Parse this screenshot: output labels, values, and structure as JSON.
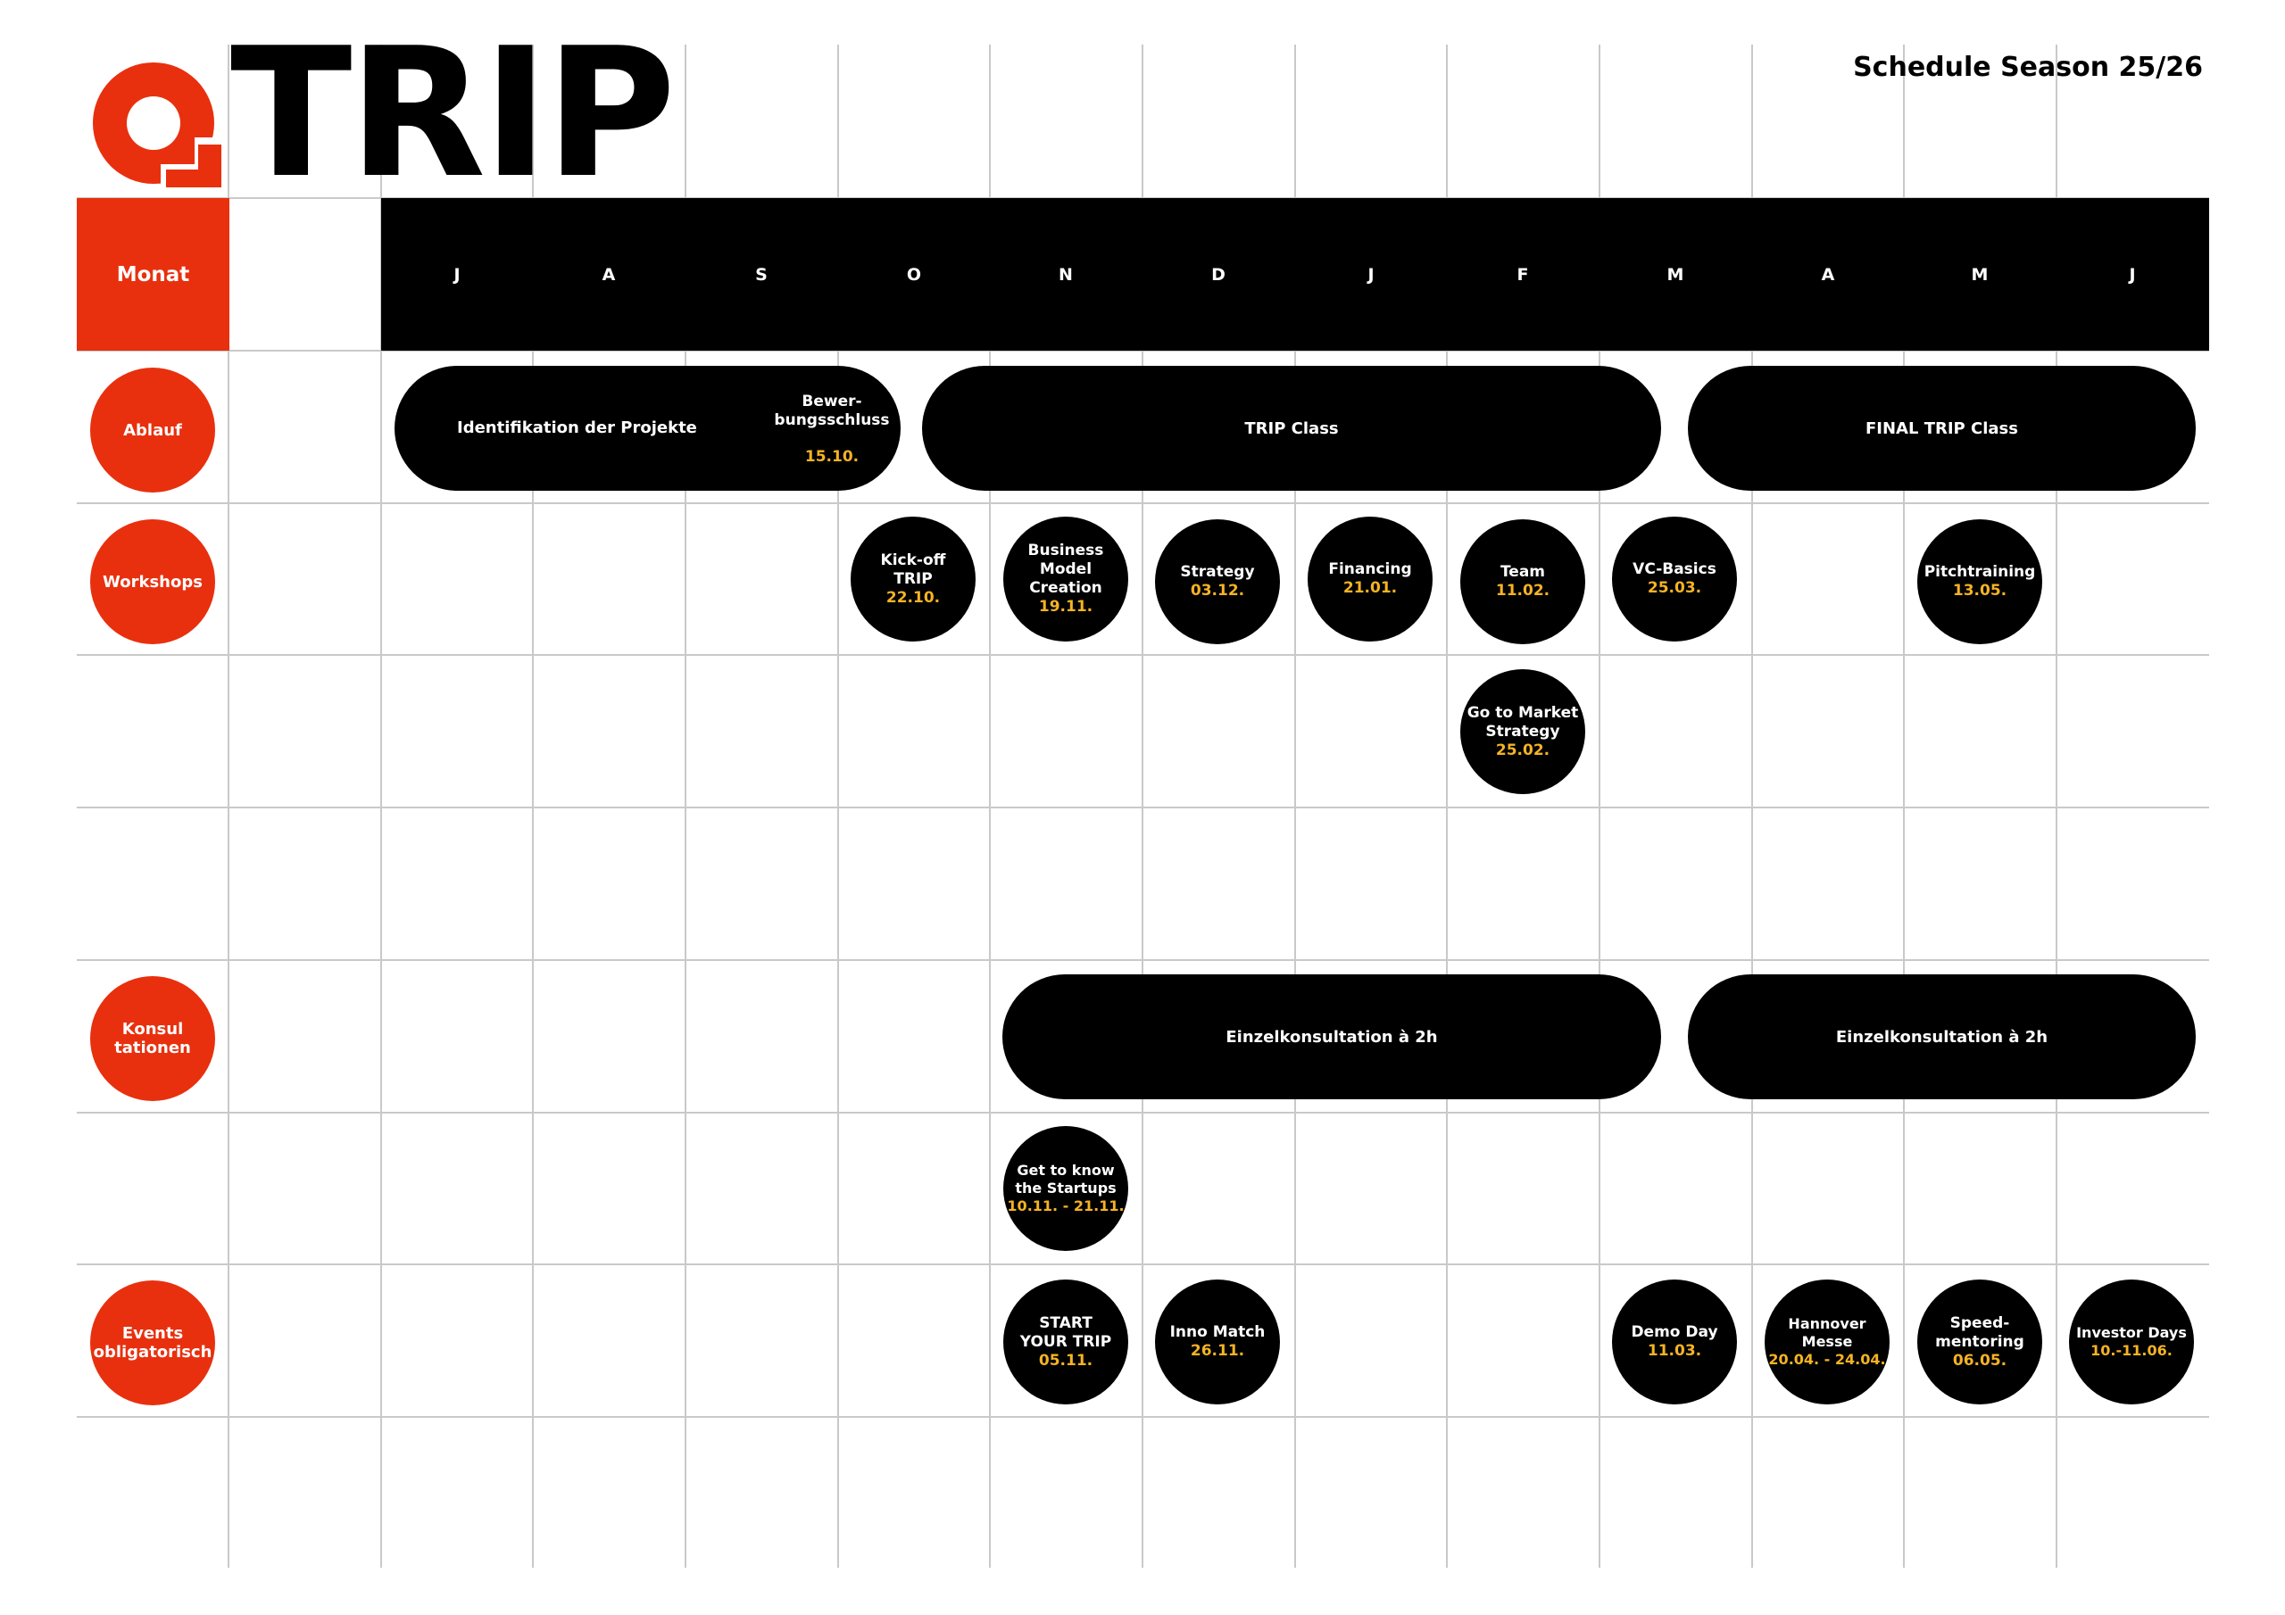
{
  "header": {
    "brand": "TRIP",
    "season": "Schedule Season 25/26",
    "brand_color": "#e8300f",
    "date_color": "#f5b324"
  },
  "months": {
    "label": "Monat",
    "items": [
      "J",
      "A",
      "S",
      "O",
      "N",
      "D",
      "J",
      "F",
      "M",
      "A",
      "M",
      "J"
    ]
  },
  "rows": {
    "ablauf": "Ablauf",
    "workshops": "Workshops",
    "konsultationen": "Konsul\ntationen",
    "events": "Events\nobligatorisch"
  },
  "ablauf": {
    "identifikation": "Identifikation der Projekte",
    "bewerbung": "Bewer-\nbungsschluss",
    "bewerbung_date": "15.10.",
    "trip_class": "TRIP Class",
    "final_trip_class": "FINAL TRIP Class"
  },
  "workshops": {
    "kickoff": {
      "title": "Kick-off\nTRIP",
      "date": "22.10."
    },
    "bmc": {
      "title": "Business\nModel\nCreation",
      "date": "19.11."
    },
    "strategy": {
      "title": "Strategy",
      "date": "03.12."
    },
    "financing": {
      "title": "Financing",
      "date": "21.01."
    },
    "team": {
      "title": "Team",
      "date": "11.02."
    },
    "vc": {
      "title": "VC-Basics",
      "date": "25.03."
    },
    "pitch": {
      "title": "Pitchtraining",
      "date": "13.05."
    },
    "gtm": {
      "title": "Go to Market\nStrategy",
      "date": "25.02."
    }
  },
  "konsultationen": {
    "einzel_1": "Einzelkonsultation à 2h",
    "einzel_2": "Einzelkonsultation à 2h",
    "get_to_know": {
      "title": "Get to know\nthe Startups",
      "date": "10.11. - 21.11."
    }
  },
  "events": {
    "start": {
      "title": "START\nYOUR TRIP",
      "date": "05.11."
    },
    "inno": {
      "title": "Inno Match",
      "date": "26.11."
    },
    "demo": {
      "title": "Demo Day",
      "date": "11.03."
    },
    "hannover": {
      "title": "Hannover\nMesse",
      "date": "20.04. - 24.04."
    },
    "speed": {
      "title": "Speed-\nmentoring",
      "date": "06.05."
    },
    "investor": {
      "title": "Investor Days",
      "date": "10.-11.06."
    }
  }
}
